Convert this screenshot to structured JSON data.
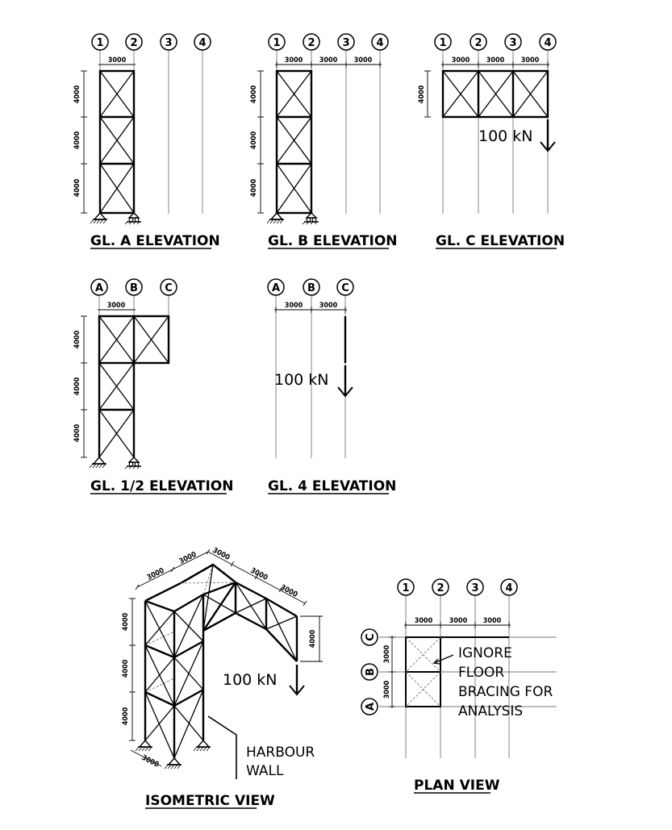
{
  "views": {
    "gl_a": {
      "title": "GL. A ELEVATION",
      "grid_labels": [
        "1",
        "2",
        "3",
        "4"
      ],
      "dims_h": [
        "3000"
      ],
      "dims_v": [
        "4000",
        "4000",
        "4000"
      ]
    },
    "gl_b": {
      "title": "GL. B ELEVATION",
      "grid_labels": [
        "1",
        "2",
        "3",
        "4"
      ],
      "dims_h": [
        "3000",
        "3000",
        "3000"
      ],
      "dims_v": [
        "4000",
        "4000",
        "4000"
      ]
    },
    "gl_c": {
      "title": "GL. C ELEVATION",
      "grid_labels": [
        "1",
        "2",
        "3",
        "4"
      ],
      "dims_h": [
        "3000",
        "3000",
        "3000"
      ],
      "dims_v": [
        "4000"
      ],
      "load": "100  kN"
    },
    "gl_12": {
      "title": "GL. 1/2 ELEVATION",
      "grid_labels": [
        "A",
        "B",
        "C"
      ],
      "dims_h": [
        "3000"
      ],
      "dims_v": [
        "4000",
        "4000",
        "4000"
      ]
    },
    "gl_4": {
      "title": "GL. 4 ELEVATION",
      "grid_labels": [
        "A",
        "B",
        "C"
      ],
      "dims_h": [
        "3000",
        "3000"
      ],
      "load": "100  kN"
    },
    "iso": {
      "title": "ISOMETRIC VIEW",
      "dims_top": [
        "3000",
        "3000",
        "3000",
        "3000",
        "3000"
      ],
      "dims_base": [
        "3000"
      ],
      "dims_v": [
        "4000",
        "4000",
        "4000"
      ],
      "dims_v_right": [
        "4000"
      ],
      "load": "100  kN",
      "note": [
        "HARBOUR",
        "WALL"
      ]
    },
    "plan": {
      "title": "PLAN VIEW",
      "grid_labels_x": [
        "1",
        "2",
        "3",
        "4"
      ],
      "grid_labels_y": [
        "C",
        "B",
        "A"
      ],
      "dims_h": [
        "3000",
        "3000",
        "3000"
      ],
      "dims_v": [
        "3000",
        "3000"
      ],
      "note": [
        "IGNORE",
        "FLOOR",
        "BRACING  FOR",
        "ANALYSIS"
      ]
    }
  }
}
